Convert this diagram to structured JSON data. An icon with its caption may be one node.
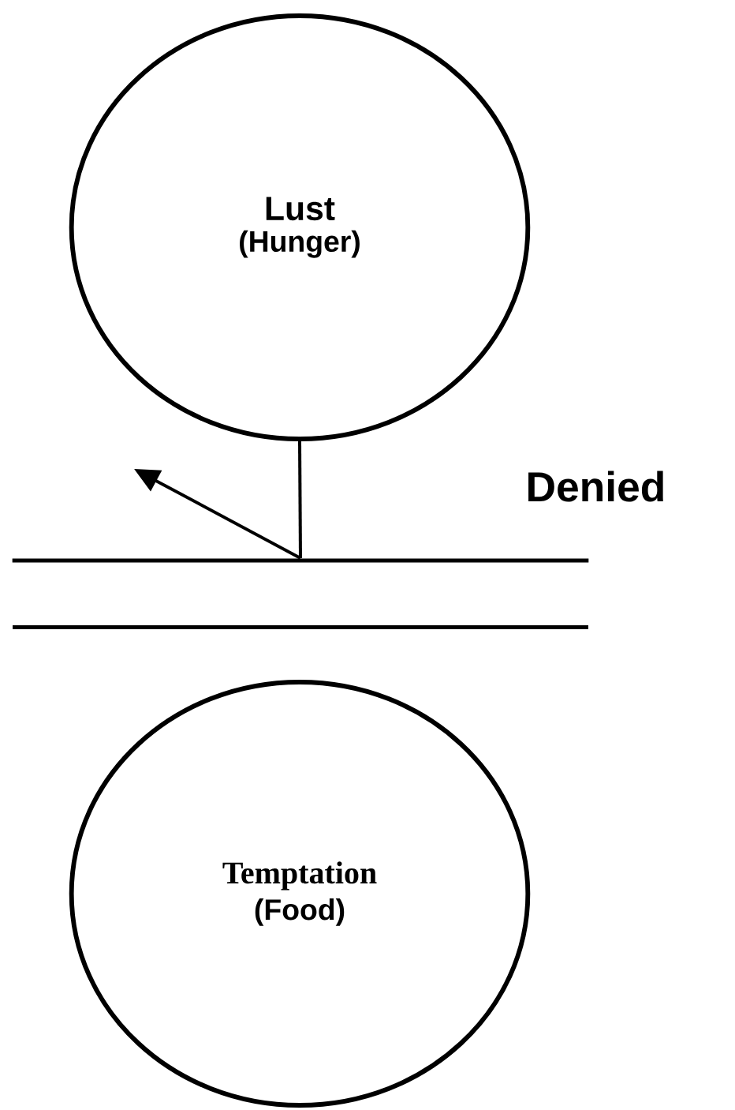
{
  "diagram": {
    "nodes": [
      {
        "text": [
          "Lust",
          "(Hunger)"
        ]
      },
      {
        "text": [
          "Temptation",
          "(Food)"
        ]
      },
      {
        "text": [],
        "shape": "bar"
      }
    ],
    "edges": [
      {
        "from": 0,
        "to": 2,
        "arrow": "none"
      },
      {
        "from": 2,
        "to": null,
        "arrow": "to"
      }
    ],
    "labels": [
      "Denied"
    ]
  }
}
